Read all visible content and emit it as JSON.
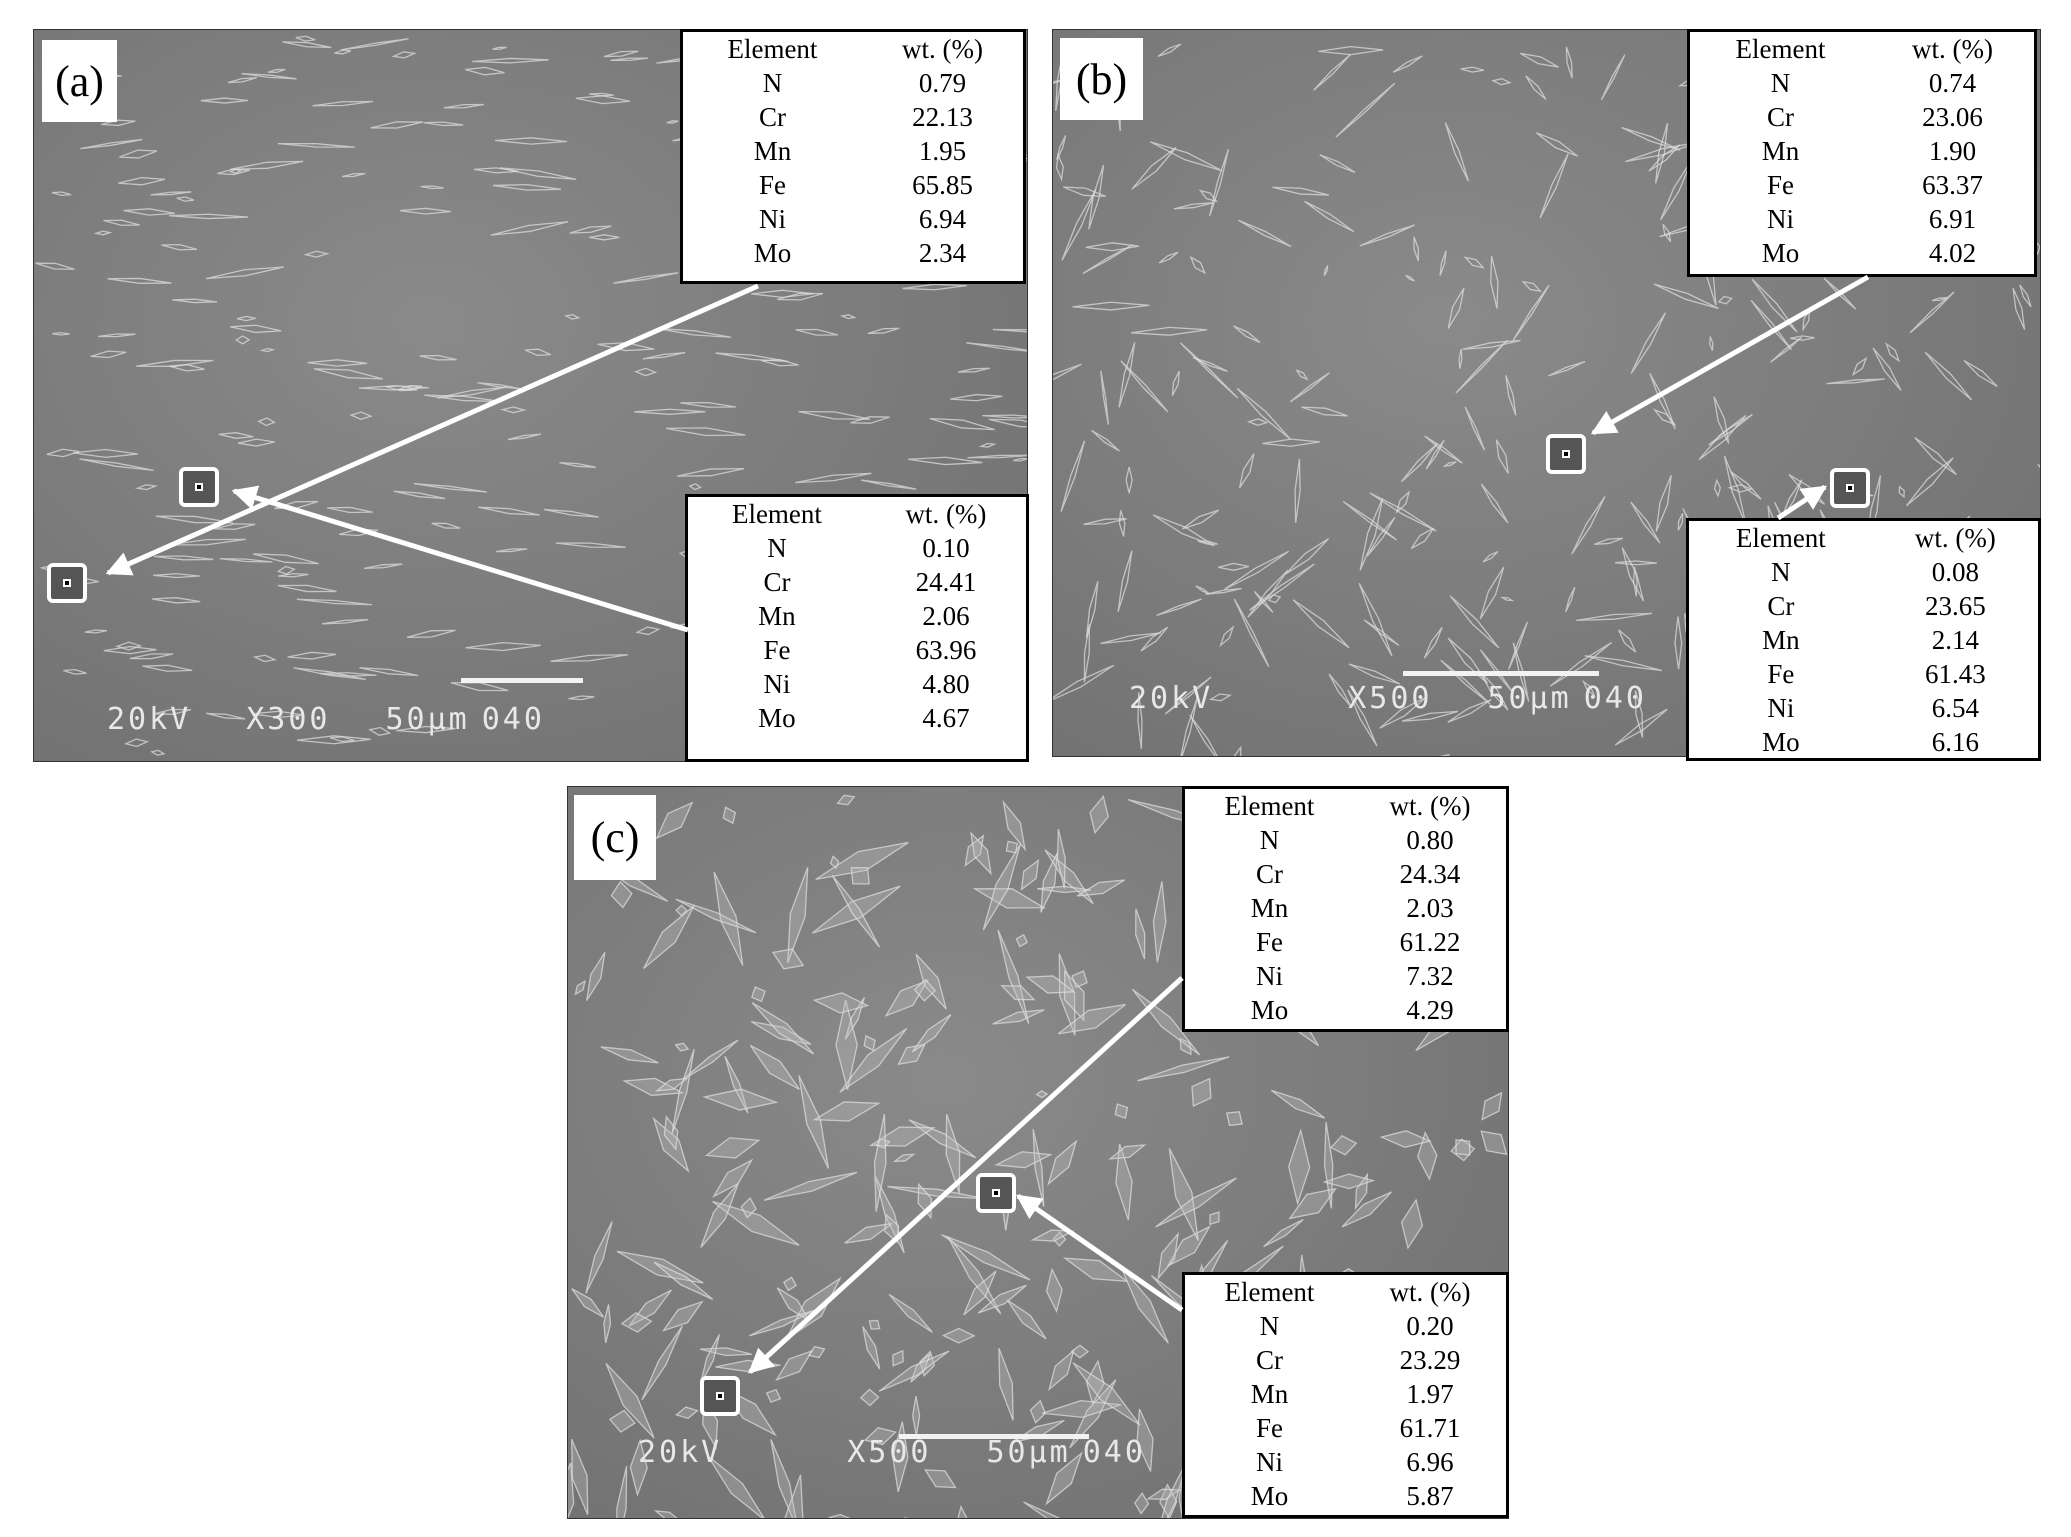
{
  "panels": [
    {
      "label": "(a)",
      "sem": {
        "kv": "20kV",
        "mag": "X300",
        "scale": "50µm",
        "id": "040"
      },
      "eds": [
        {
          "header": [
            "Element",
            "wt. (%)"
          ],
          "rows": [
            [
              "N",
              "0.79"
            ],
            [
              "Cr",
              "22.13"
            ],
            [
              "Mn",
              "1.95"
            ],
            [
              "Fe",
              "65.85"
            ],
            [
              "Ni",
              "6.94"
            ],
            [
              "Mo",
              "2.34"
            ]
          ]
        },
        {
          "header": [
            "Element",
            "wt. (%)"
          ],
          "rows": [
            [
              "N",
              "0.10"
            ],
            [
              "Cr",
              "24.41"
            ],
            [
              "Mn",
              "2.06"
            ],
            [
              "Fe",
              "63.96"
            ],
            [
              "Ni",
              "4.80"
            ],
            [
              "Mo",
              "4.67"
            ]
          ]
        }
      ]
    },
    {
      "label": "(b)",
      "sem": {
        "kv": "20kV",
        "mag": "X500",
        "scale": "50µm",
        "id": "040"
      },
      "eds": [
        {
          "header": [
            "Element",
            "wt. (%)"
          ],
          "rows": [
            [
              "N",
              "0.74"
            ],
            [
              "Cr",
              "23.06"
            ],
            [
              "Mn",
              "1.90"
            ],
            [
              "Fe",
              "63.37"
            ],
            [
              "Ni",
              "6.91"
            ],
            [
              "Mo",
              "4.02"
            ]
          ]
        },
        {
          "header": [
            "Element",
            "wt. (%)"
          ],
          "rows": [
            [
              "N",
              "0.08"
            ],
            [
              "Cr",
              "23.65"
            ],
            [
              "Mn",
              "2.14"
            ],
            [
              "Fe",
              "61.43"
            ],
            [
              "Ni",
              "6.54"
            ],
            [
              "Mo",
              "6.16"
            ]
          ]
        }
      ]
    },
    {
      "label": "(c)",
      "sem": {
        "kv": "20kV",
        "mag": "X500",
        "scale": "50µm",
        "id": "040"
      },
      "eds": [
        {
          "header": [
            "Element",
            "wt. (%)"
          ],
          "rows": [
            [
              "N",
              "0.80"
            ],
            [
              "Cr",
              "24.34"
            ],
            [
              "Mn",
              "2.03"
            ],
            [
              "Fe",
              "61.22"
            ],
            [
              "Ni",
              "7.32"
            ],
            [
              "Mo",
              "4.29"
            ]
          ]
        },
        {
          "header": [
            "Element",
            "wt. (%)"
          ],
          "rows": [
            [
              "N",
              "0.20"
            ],
            [
              "Cr",
              "23.29"
            ],
            [
              "Mn",
              "1.97"
            ],
            [
              "Fe",
              "61.71"
            ],
            [
              "Ni",
              "6.96"
            ],
            [
              "Mo",
              "5.87"
            ]
          ]
        }
      ]
    }
  ],
  "colors": {
    "annotation": "#ffffff",
    "border": "#000000"
  }
}
